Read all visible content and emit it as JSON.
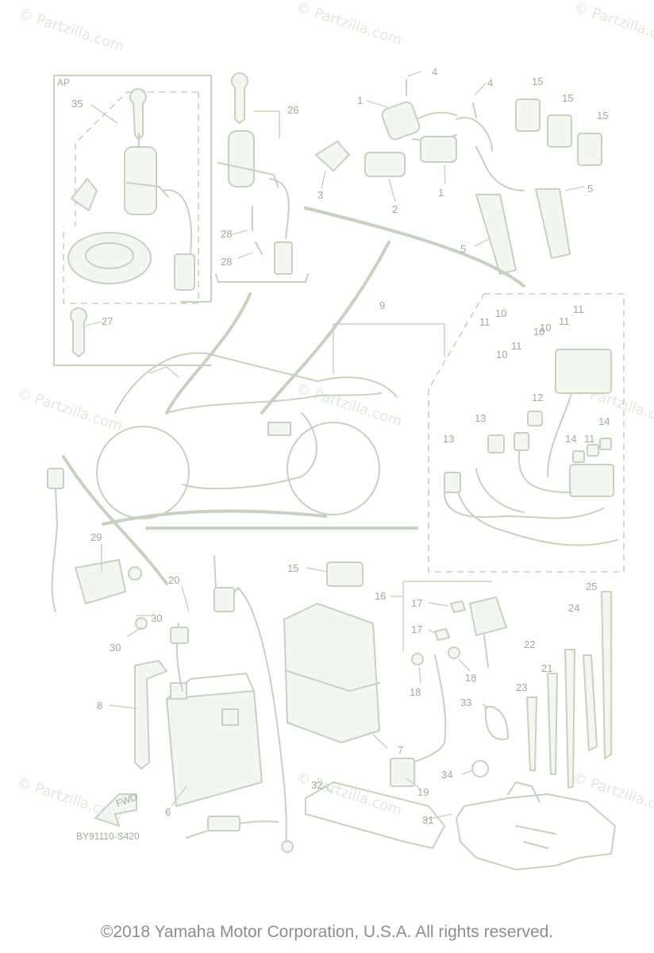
{
  "watermark": "© Partzilla.com",
  "inset_label": "AP",
  "fwd_label": "FWD",
  "diagram_code": "BY91110-S420",
  "copyright": "©2018 Yamaha Motor Corporation, U.S.A. All rights reserved.",
  "callouts": [
    "1",
    "1",
    "2",
    "3",
    "4",
    "4",
    "5",
    "5",
    "6",
    "7",
    "8",
    "9",
    "10",
    "10",
    "10",
    "10",
    "11",
    "11",
    "11",
    "11",
    "11",
    "12",
    "13",
    "13",
    "14",
    "14",
    "15",
    "15",
    "15",
    "15",
    "16",
    "17",
    "17",
    "18",
    "18",
    "19",
    "20",
    "21",
    "22",
    "23",
    "24",
    "25",
    "26",
    "27",
    "28",
    "28",
    "29",
    "30",
    "30",
    "31",
    "32",
    "33",
    "34",
    "35"
  ]
}
